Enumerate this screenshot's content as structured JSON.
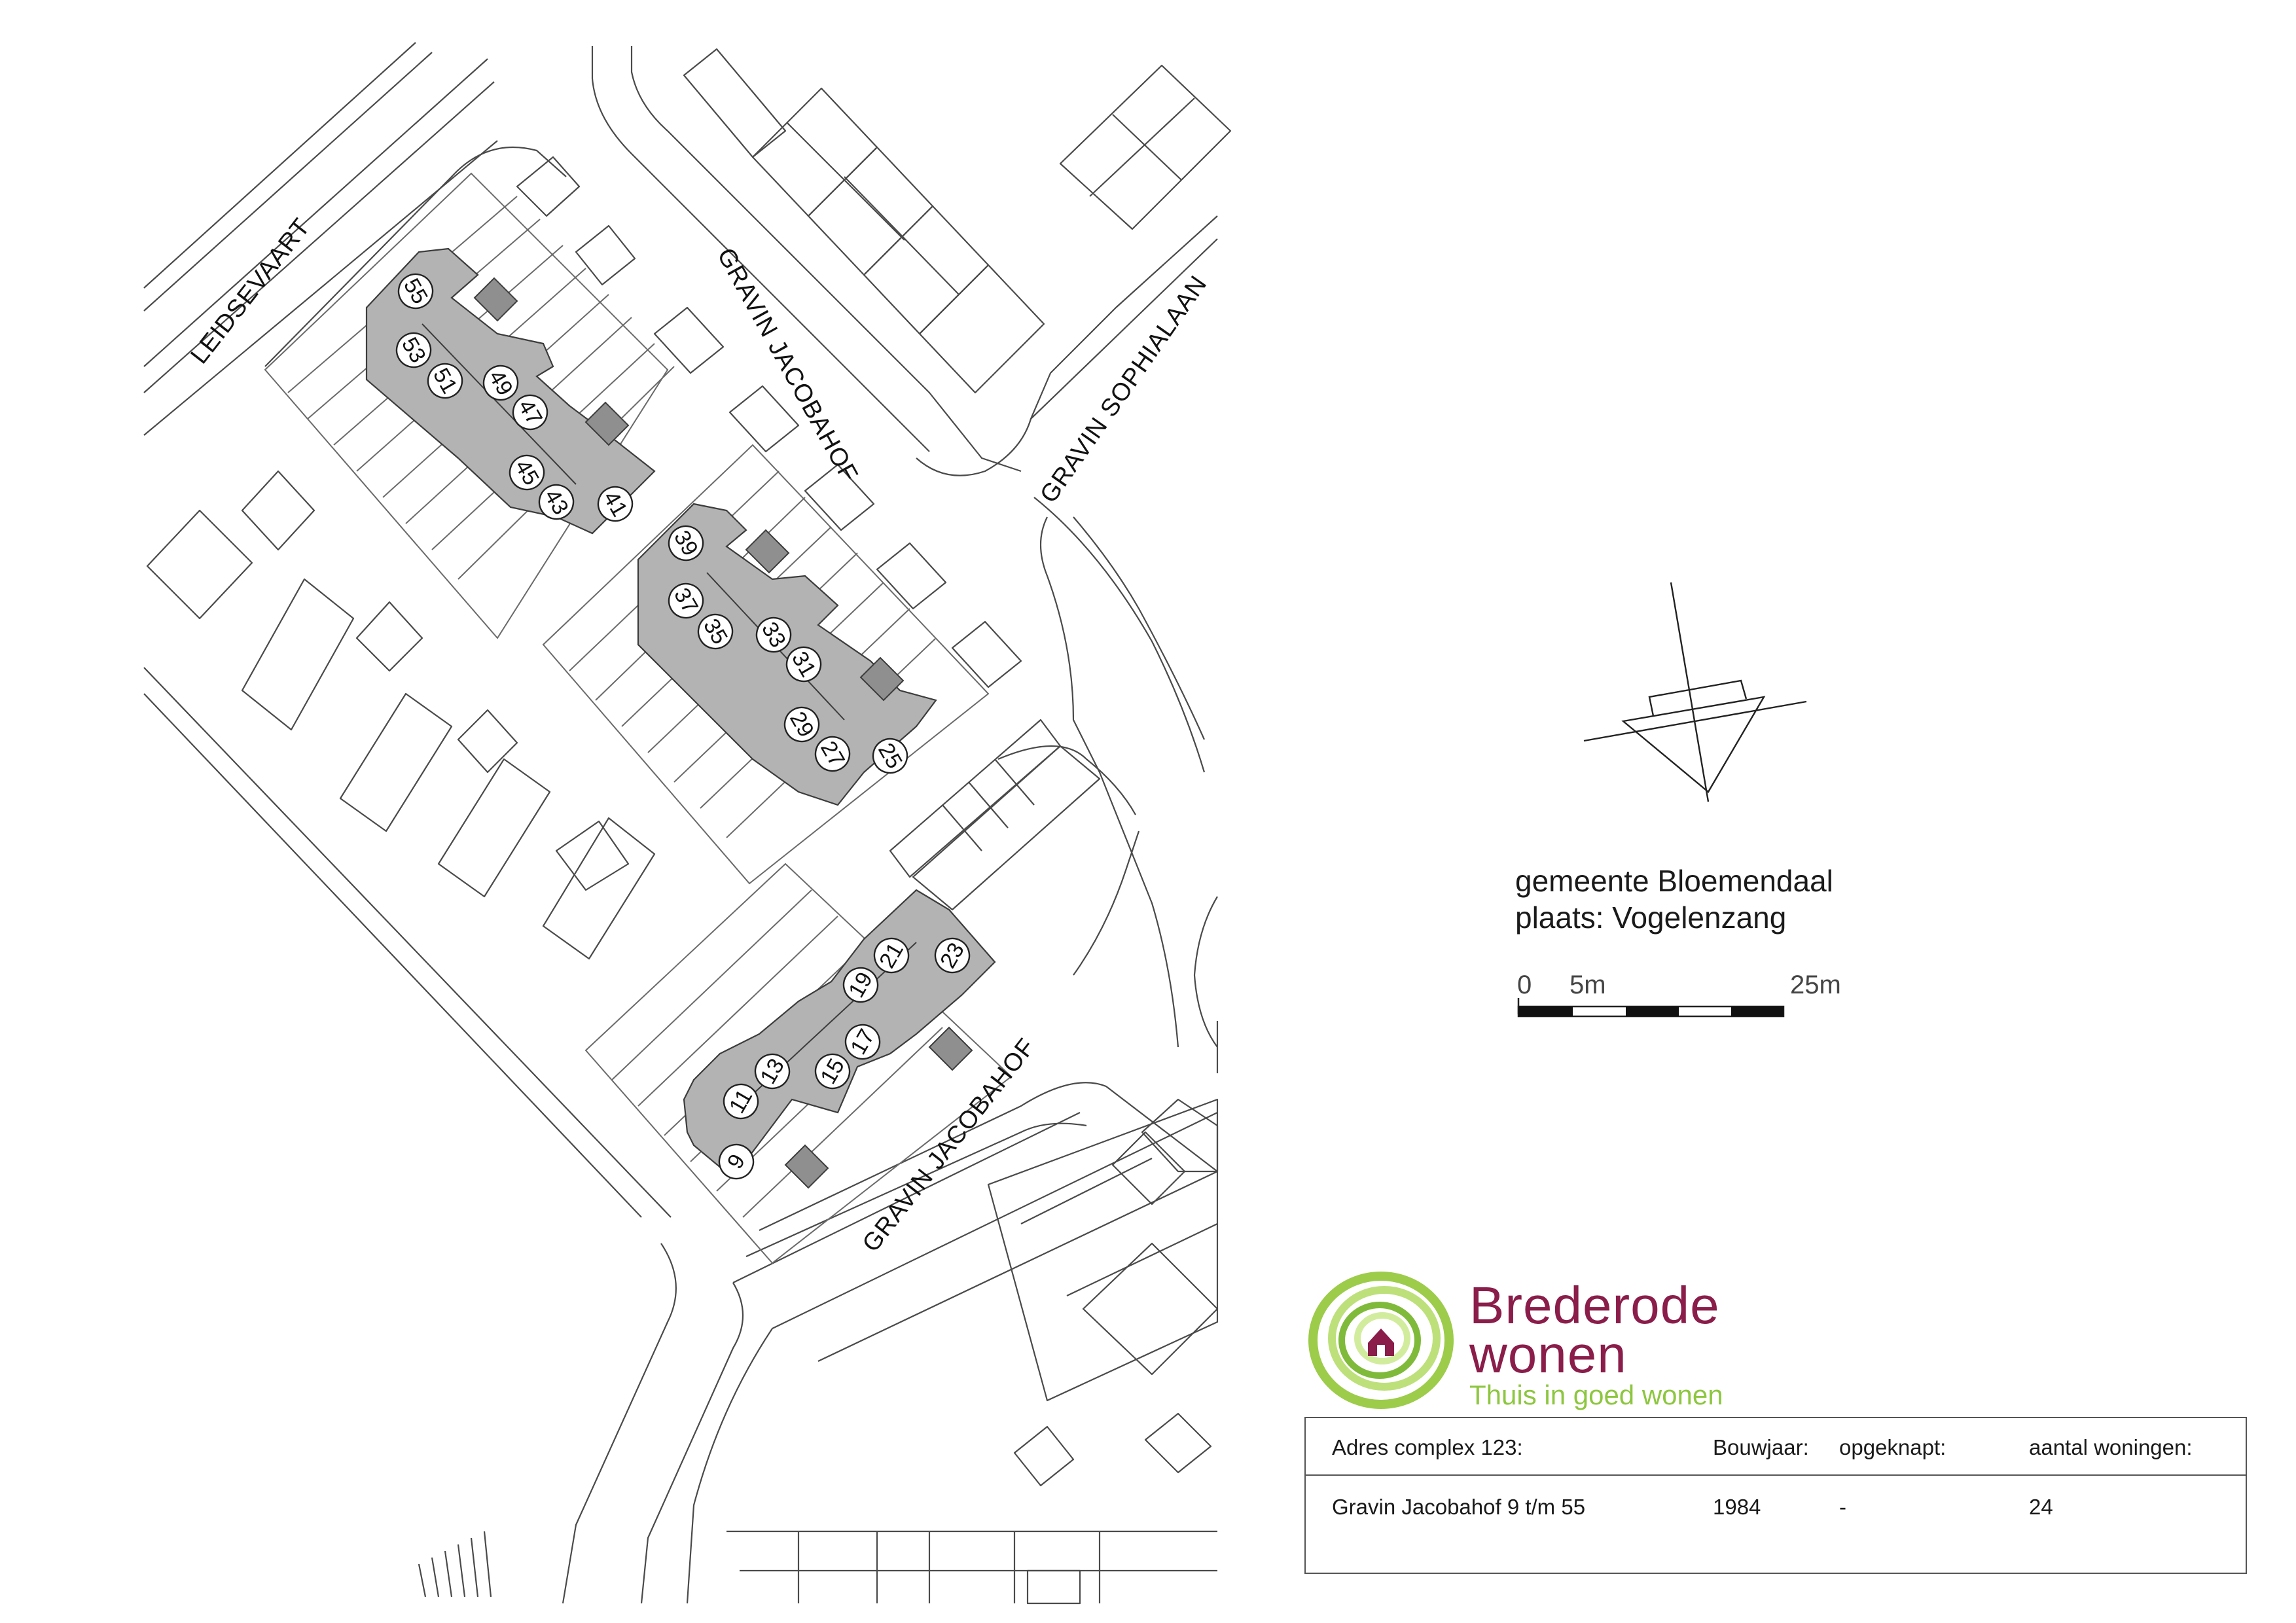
{
  "map": {
    "streets": {
      "leidsevaart": "LEIDSEVAART",
      "gravin_jacobahof_north": "GRAVIN JACOBAHOF",
      "gravin_sophialaan": "GRAVIN SOPHIALAAN",
      "gravin_jacobahof_south": "GRAVIN JACOBAHOF"
    },
    "house_numbers": [
      "55",
      "53",
      "51",
      "49",
      "47",
      "45",
      "43",
      "41",
      "39",
      "37",
      "35",
      "33",
      "31",
      "29",
      "27",
      "25",
      "23",
      "21",
      "19",
      "17",
      "15",
      "13",
      "11",
      "9"
    ],
    "house_fill": "#b3b3b3"
  },
  "location": {
    "municipality": "gemeente Bloemendaal",
    "place": "plaats: Vogelenzang"
  },
  "scale_bar": {
    "labels": [
      "0",
      "5m",
      "25m"
    ]
  },
  "logo": {
    "brand_line1": "Brederode",
    "brand_line2": "wonen",
    "tagline": "Thuis in goed wonen",
    "brand_color": "#8a1d4a",
    "accent_color": "#8dc63f"
  },
  "info": {
    "headers": {
      "address": "Adres complex 123:",
      "year": "Bouwjaar:",
      "renovated": "opgeknapt:",
      "count": "aantal woningen:"
    },
    "values": {
      "address": "Gravin Jacobahof 9 t/m 55",
      "year": "1984",
      "renovated": "-",
      "count": "24"
    }
  }
}
